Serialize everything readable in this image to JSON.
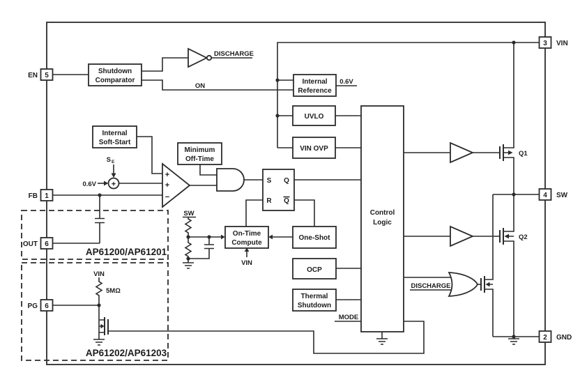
{
  "diagram_type": "functional-block-diagram",
  "colors": {
    "line": "#2b2b2b",
    "text": "#1c1c1c",
    "background": "#ffffff"
  },
  "pins": {
    "left": [
      {
        "label": "EN",
        "number": "5"
      },
      {
        "label": "FB",
        "number": "1"
      },
      {
        "label": "OUT",
        "number": "6"
      },
      {
        "label": "PG",
        "number": "6"
      }
    ],
    "right": [
      {
        "label": "VIN",
        "number": "3"
      },
      {
        "label": "SW",
        "number": "4"
      },
      {
        "label": "GND",
        "number": "2"
      }
    ]
  },
  "blocks": {
    "shutdown_comparator": {
      "line1": "Shutdown",
      "line2": "Comparator"
    },
    "internal_reference": {
      "line1": "Internal",
      "line2": "Reference"
    },
    "uvlo": {
      "label": "UVLO"
    },
    "vin_ovp": {
      "label": "VIN OVP"
    },
    "internal_soft_start": {
      "line1": "Internal",
      "line2": "Soft-Start"
    },
    "minimum_off_time": {
      "line1": "Minimum",
      "line2": "Off-Time"
    },
    "on_time_compute": {
      "line1": "On-Time",
      "line2": "Compute"
    },
    "one_shot": {
      "label": "One-Shot"
    },
    "control_logic": {
      "line1": "Control",
      "line2": "Logic"
    },
    "ocp": {
      "label": "OCP"
    },
    "thermal_shutdown": {
      "line1": "Thermal",
      "line2": "Shutdown"
    },
    "sr_latch": {
      "s": "S",
      "q": "Q",
      "r": "R",
      "qbar": "Q"
    }
  },
  "comparator": {
    "plus_top": "+",
    "plus_mid": "+",
    "minus": "−"
  },
  "summing": {
    "plus": "+"
  },
  "signals": {
    "discharge_top": "DISCHARGE",
    "on": "ON",
    "ref_out": "0.6V",
    "ref_sum": "0.6V",
    "se_main": "S",
    "se_sub": "E",
    "sw": "SW",
    "vin_ontime": "VIN",
    "vin_pg": "VIN",
    "pg_resistor": "5MΩ",
    "mode": "MODE",
    "discharge_or": "DISCHARGE",
    "q1": "Q1",
    "q2": "Q2"
  },
  "variants": {
    "upper": "AP61200/AP61201",
    "lower": "AP61202/AP61203"
  }
}
